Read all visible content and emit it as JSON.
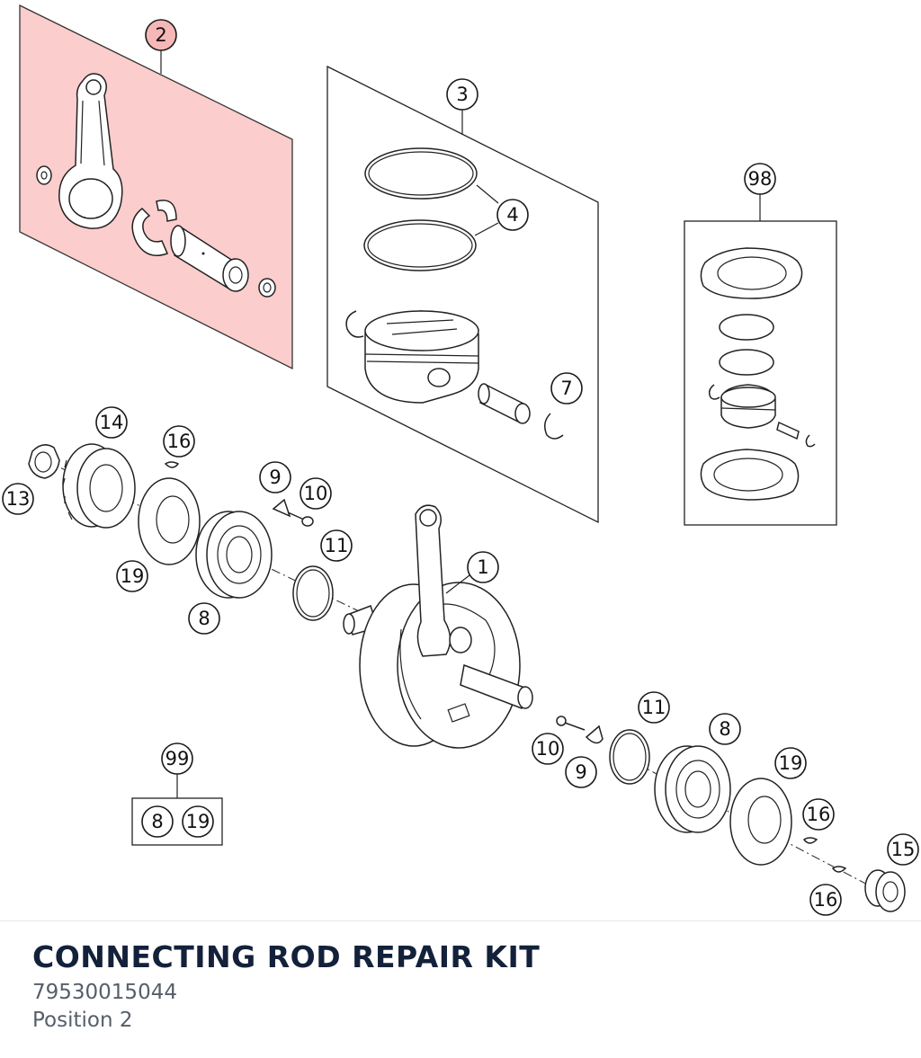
{
  "highlight_color": "#f88282",
  "footer": {
    "title": "CONNECTING ROD REPAIR KIT",
    "part_number": "79530015044",
    "position": "Position 2"
  },
  "callouts": {
    "c1": "1",
    "c2": "2",
    "c3": "3",
    "c4": "4",
    "c7": "7",
    "c8a": "8",
    "c8b": "8",
    "c8c": "8",
    "c9a": "9",
    "c9b": "9",
    "c10a": "10",
    "c10b": "10",
    "c11a": "11",
    "c11b": "11",
    "c13": "13",
    "c14": "14",
    "c15": "15",
    "c16a": "16",
    "c16b": "16",
    "c16c": "16",
    "c19a": "19",
    "c19b": "19",
    "c19c": "19",
    "c98": "98",
    "c99": "99"
  }
}
